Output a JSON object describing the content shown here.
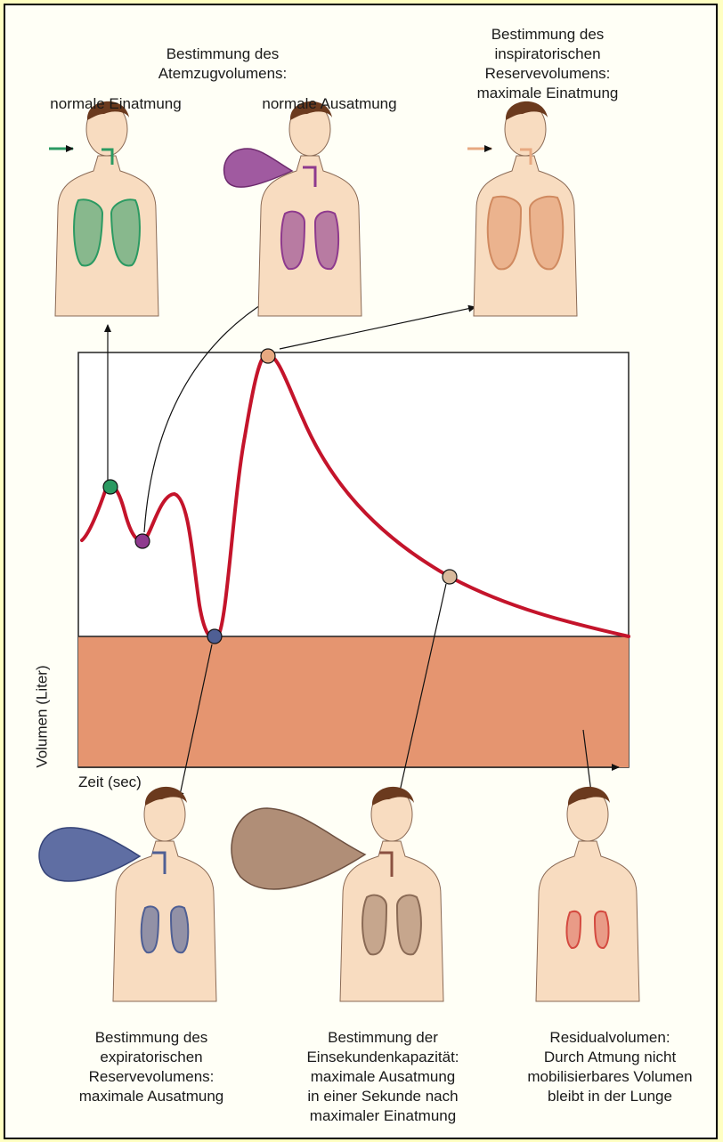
{
  "captions": {
    "top_left": "normale Einatmung",
    "top_middle_heading": "Bestimmung des\nAtemzugvolumens:",
    "top_middle": "normale Ausatmung",
    "top_right": "Bestimmung des\ninspiratorischen\nReservevolumens:\nmaximale Einatmung",
    "bottom_left": "Bestimmung des\nexpiratorischen\nReservevolumens:\nmaximale Ausatmung",
    "bottom_middle": "Bestimmung der\nEinsekundenkapazität:\nmaximale Ausatmung\nin einer Sekunde nach\nmaximaler Einatmung",
    "bottom_right": "Residualvolumen:\nDurch Atmung nicht\nmobilisierbares Volumen\nbleibt in der Lunge"
  },
  "axes": {
    "y_label": "Volumen (Liter)",
    "x_label": "Zeit (sec)"
  },
  "colors": {
    "curve": "#c4142b",
    "residual_area": "#e59570",
    "inhale_normal": "#2b9a62",
    "exhale_normal": "#8e3a8e",
    "inhale_max": "#e7a981",
    "exhale_expiratory": "#4f5f94",
    "exhale_onesecond": "#b08e77",
    "residual_lung": "#e07060",
    "skin": "#f8dcc0",
    "hair": "#6b3a1e"
  }
}
